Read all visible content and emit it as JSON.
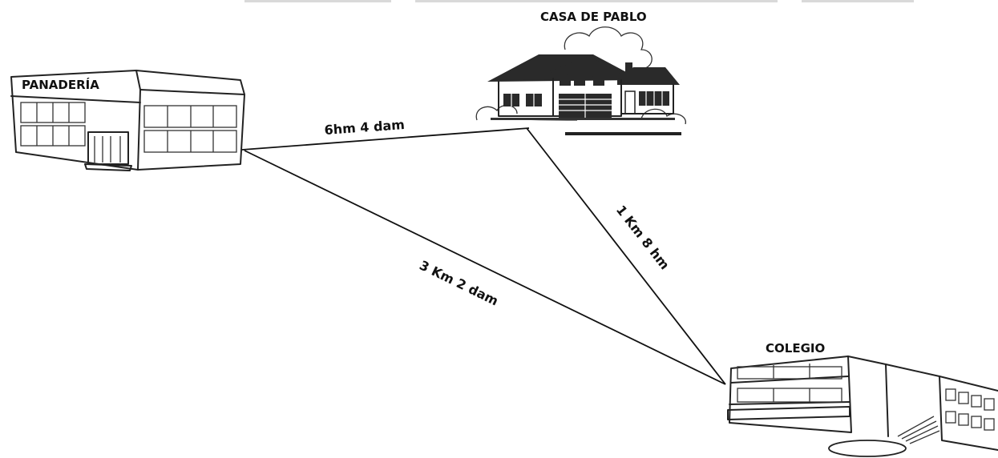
{
  "places": {
    "bakery": "PANADERÍA",
    "house": "CASA DE PABLO",
    "school": "COLEGIO"
  },
  "distances": {
    "bakery_house": "6hm 4 dam",
    "house_school": "1 Km 8 hm",
    "bakery_school": "3 Km 2 dam"
  },
  "icons": {
    "bakery": "bakery-building-icon",
    "house": "house-icon",
    "school": "school-building-icon"
  },
  "colors": {
    "line": "#111111",
    "roof": "#2a2a2a"
  }
}
